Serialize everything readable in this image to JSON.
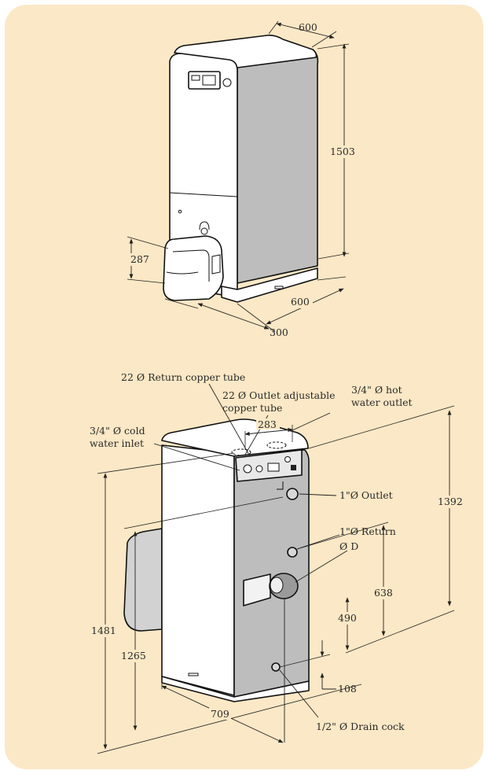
{
  "colors": {
    "background_panel": "#fbe8c6",
    "outline": "#111111",
    "side_panel": "#bdbdbd",
    "front_panel": "#ffffff"
  },
  "top_view": {
    "dim_width_top": "600",
    "dim_height": "1503",
    "dim_burner_height": "287",
    "dim_depth_bottom": "600",
    "dim_burner_depth": "300"
  },
  "bottom_view": {
    "labels": {
      "return_copper_tube": "22 Ø Return copper tube",
      "outlet_copper_tube_line1": "22 Ø Outlet adjustable",
      "outlet_copper_tube_line2": "copper tube",
      "hot_water_outlet_line1": "3/4\" Ø hot",
      "hot_water_outlet_line2": "water outlet",
      "cold_water_inlet_line1": "3/4\" Ø cold",
      "cold_water_inlet_line2": "water inlet",
      "outlet": "1\"Ø Outlet",
      "return": "1\"Ø Return",
      "diameter_d": "Ø D",
      "drain_cock": "1/2\" Ø Drain cock"
    },
    "dimensions": {
      "d283": "283",
      "d1392": "1392",
      "d638": "638",
      "d490": "490",
      "d108": "108",
      "d1481": "1481",
      "d1265": "1265",
      "d709": "709"
    }
  }
}
